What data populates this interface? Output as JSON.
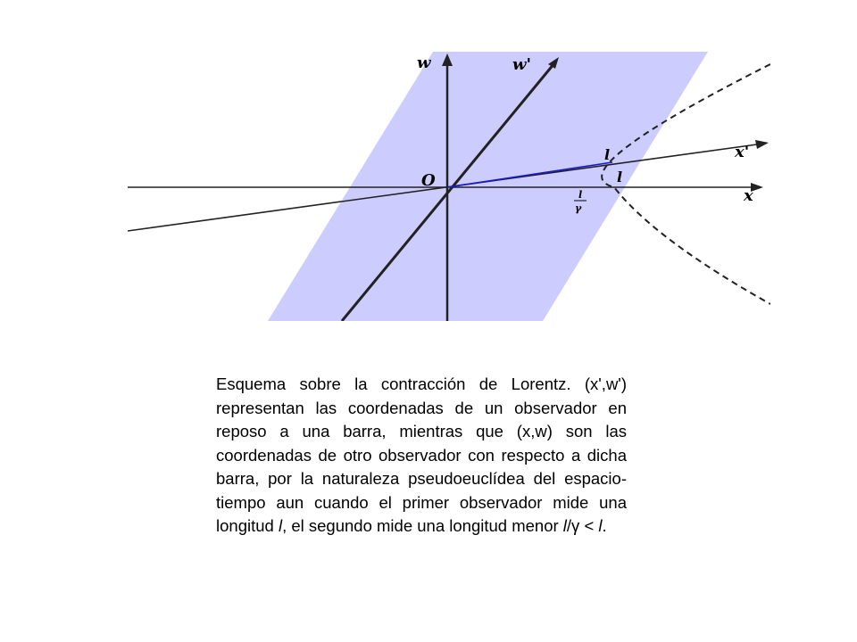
{
  "diagram": {
    "labels": {
      "w_axis": "w",
      "w_prime_axis": "w'",
      "x_axis": "x",
      "x_prime_axis": "x'",
      "origin": "O",
      "length_on_x_prime": "l",
      "length_on_x": "l",
      "contracted_numerator": "l",
      "contracted_denominator": "γ"
    },
    "colors": {
      "band": "#ccccff",
      "blue_segment": "#1a1acc",
      "axes": "#222222"
    }
  },
  "caption": {
    "part1": "Esquema sobre la contracción de Lorentz. (x',w') representan las coordenadas de un observador en reposo a una barra, mientras que (x,w) son las coordenadas de otro observador con respecto a dicha barra, por la naturaleza pseudoeuclídea del espacio-tiempo aun cuando el primer observador mide una longitud ",
    "l1": "l",
    "part2": ", el segundo mide una longitud menor ",
    "l2": "l",
    "part3": "/γ < ",
    "l3": "l",
    "part4": "."
  }
}
